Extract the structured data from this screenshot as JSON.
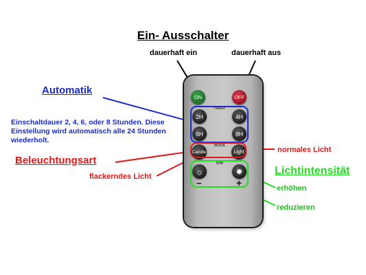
{
  "title": "Ein- Ausschalter",
  "labels": {
    "permanent_on": "dauerhaft ein",
    "permanent_off": "dauerhaft aus",
    "automatik": "Automatik",
    "automatik_desc": "Einschaltdauer 2, 4, 6, oder 8 Stunden. Diese Einstellung wird automatisch alle 24 Stunden wiederholt.",
    "normal_light": "normales Licht",
    "beleuchtungsart": "Beleuchtungsart",
    "lichtintensitaet": "Lichtintensität",
    "flicker_light": "flackerndes Licht",
    "increase": "erhöhen",
    "reduce": "reduzieren"
  },
  "remote": {
    "on": "ON",
    "off": "OFF",
    "timer": "TIMER",
    "mode": "MODE",
    "dim": "DIM",
    "t2": "2H",
    "t4": "4H",
    "t6": "6H",
    "t8": "8H",
    "candle": "Candle",
    "light": "Light",
    "minus": "−",
    "plus": "+"
  },
  "colors": {
    "blue": "#1a2cc8",
    "red": "#e01818",
    "green": "#22dd22",
    "on_button": "#1f6e2a",
    "off_button": "#9a1422"
  }
}
